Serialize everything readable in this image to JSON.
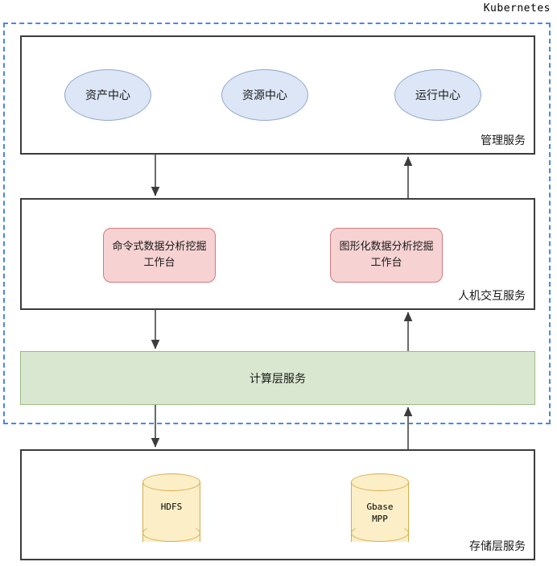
{
  "diagram": {
    "boundary": {
      "label": "Kubernetes",
      "style": "dashed",
      "color": "#4a86e8"
    },
    "layers": [
      {
        "id": "management",
        "label": "管理服务",
        "nodes": [
          {
            "id": "asset-center",
            "label": "资产中心",
            "shape": "ellipse",
            "fill": "#dce6f6",
            "stroke": "#93a9ce"
          },
          {
            "id": "resource-center",
            "label": "资源中心",
            "shape": "ellipse",
            "fill": "#dce6f6",
            "stroke": "#93a9ce"
          },
          {
            "id": "ops-center",
            "label": "运行中心",
            "shape": "ellipse",
            "fill": "#dce6f6",
            "stroke": "#93a9ce"
          }
        ]
      },
      {
        "id": "human-computer-interaction",
        "label": "人机交互服务",
        "nodes": [
          {
            "id": "cli-workbench",
            "line1": "命令式数据分析挖掘",
            "line2": "工作台",
            "shape": "rounded-rect",
            "fill": "#f6d2d3",
            "stroke": "#d4797c"
          },
          {
            "id": "gui-workbench",
            "line1": "图形化数据分析挖掘",
            "line2": "工作台",
            "shape": "rounded-rect",
            "fill": "#f6d2d3",
            "stroke": "#d4797c"
          }
        ]
      },
      {
        "id": "compute",
        "label": "计算层服务",
        "shape": "band",
        "fill": "#d9e7d0",
        "stroke": "#9cbb85"
      },
      {
        "id": "storage",
        "label": "存储层服务",
        "nodes": [
          {
            "id": "hdfs",
            "line1": "HDFS",
            "line2": "",
            "shape": "cylinder",
            "fill": "#fcefc7",
            "stroke": "#d4ac4a"
          },
          {
            "id": "gbase-mpp",
            "line1": "Gbase",
            "line2": "MPP",
            "shape": "cylinder",
            "fill": "#fcefc7",
            "stroke": "#d4ac4a"
          }
        ]
      }
    ],
    "connectors": [
      {
        "id": "mgmt-to-hci",
        "direction": "down",
        "from": "management",
        "to": "human-computer-interaction"
      },
      {
        "id": "hci-to-mgmt",
        "direction": "up",
        "from": "human-computer-interaction",
        "to": "management"
      },
      {
        "id": "hci-to-compute",
        "direction": "down",
        "from": "human-computer-interaction",
        "to": "compute"
      },
      {
        "id": "compute-to-hci",
        "direction": "up",
        "from": "compute",
        "to": "human-computer-interaction"
      },
      {
        "id": "compute-to-storage",
        "direction": "down",
        "from": "compute",
        "to": "storage"
      },
      {
        "id": "storage-to-compute",
        "direction": "up",
        "from": "storage",
        "to": "compute"
      }
    ]
  }
}
